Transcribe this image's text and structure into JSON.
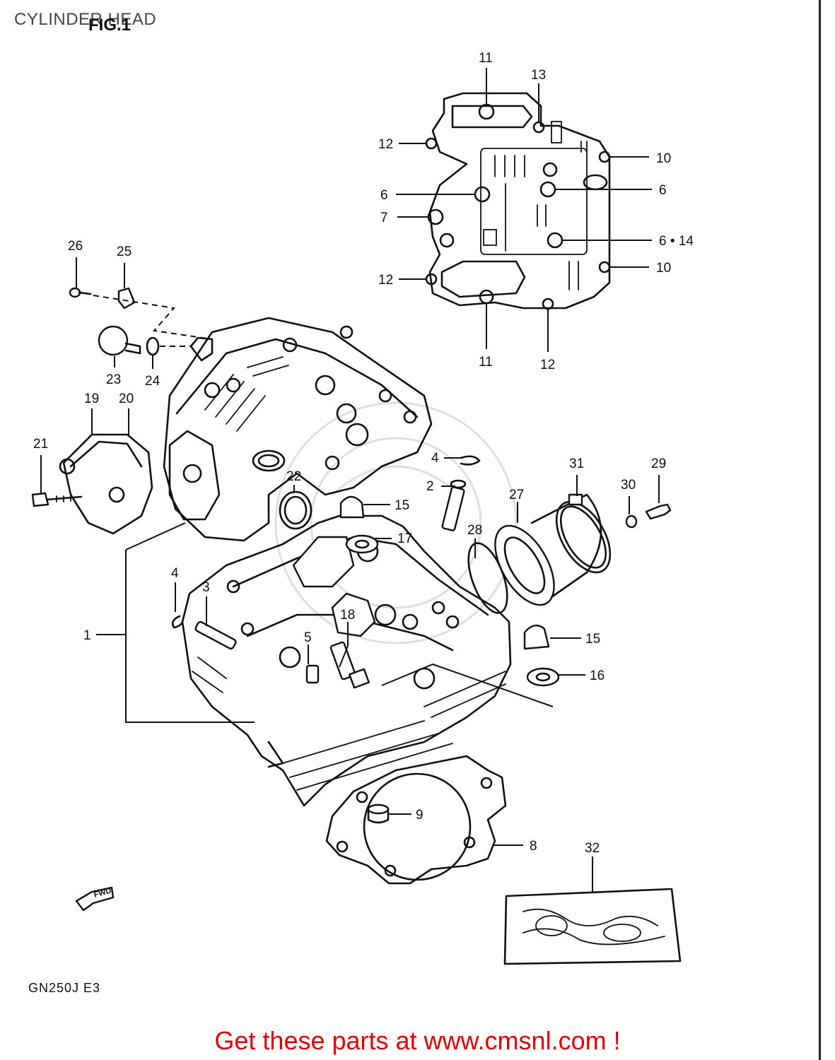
{
  "header": {
    "title": "CYLINDER HEAD",
    "figure_label": "FIG.1"
  },
  "diagram": {
    "model_code": "GN250J E3",
    "fwd_arrow_label": "FWD",
    "callouts": [
      "11",
      "13",
      "12",
      "10",
      "6",
      "7",
      "6 • 14",
      "12",
      "10",
      "11",
      "12",
      "26",
      "25",
      "23",
      "24",
      "19",
      "20",
      "21",
      "22",
      "4",
      "2",
      "15",
      "17",
      "31",
      "29",
      "30",
      "27",
      "28",
      "4",
      "3",
      "18",
      "5",
      "1",
      "15",
      "16",
      "9",
      "8",
      "32"
    ]
  },
  "footer": {
    "banner": "Get these parts at www.cmsnl.com !"
  }
}
